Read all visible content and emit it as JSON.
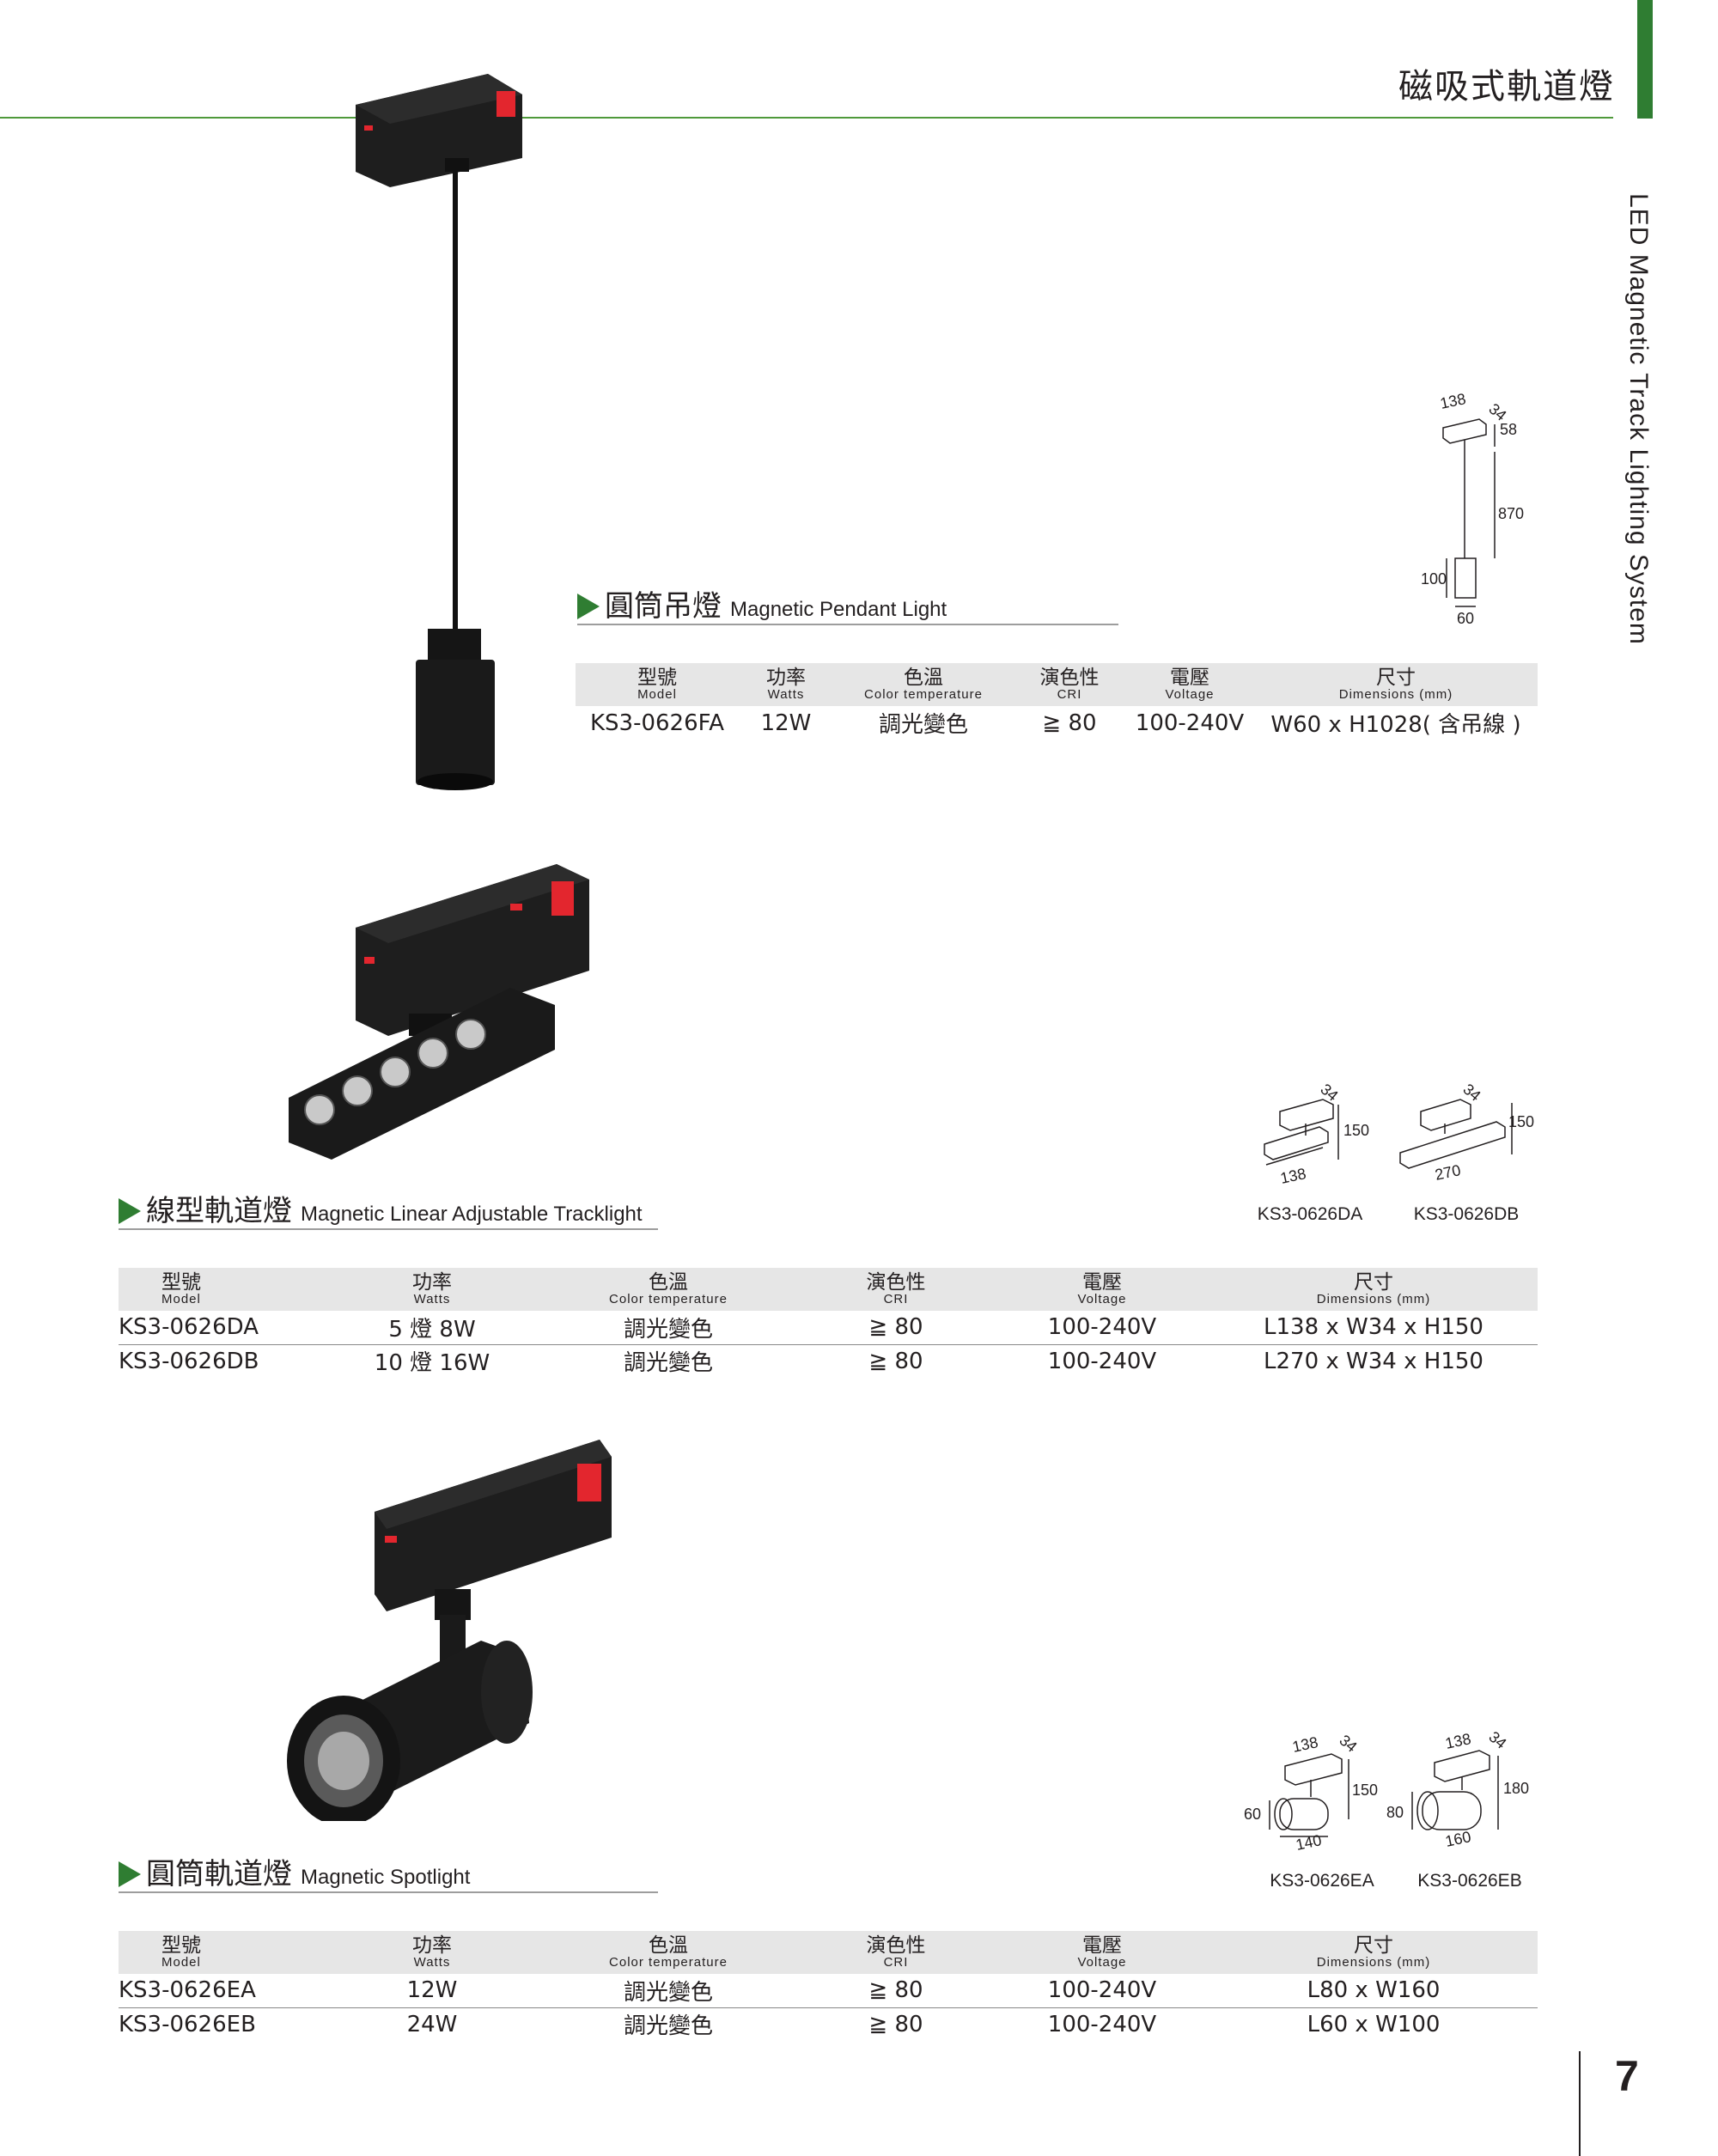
{
  "header": {
    "category_title": "磁吸式軌道燈",
    "side_label": "LED Magnetic Track Lighting System"
  },
  "table_headers": {
    "model_zh": "型號",
    "model_en": "Model",
    "watts_zh": "功率",
    "watts_en": "Watts",
    "color_zh": "色溫",
    "color_en": "Color temperature",
    "cri_zh": "演色性",
    "cri_en": "CRI",
    "voltage_zh": "電壓",
    "voltage_en": "Voltage",
    "dim_zh": "尺寸",
    "dim_en": "Dimensions (mm)"
  },
  "sections": [
    {
      "title_zh": "圓筒吊燈",
      "title_en": "Magnetic Pendant Light",
      "rows": [
        {
          "model": "KS3-0626FA",
          "watts": "12W",
          "color": "調光變色",
          "cri": "≧ 80",
          "voltage": "100-240V",
          "dimensions": "W60 x H1028( 含吊線 )"
        }
      ],
      "diagrams": [
        {
          "labels": [
            "138",
            "34",
            "58",
            "870",
            "100",
            "60"
          ]
        }
      ]
    },
    {
      "title_zh": "線型軌道燈",
      "title_en": "Magnetic Linear Adjustable Tracklight",
      "rows": [
        {
          "model": "KS3-0626DA",
          "watts": "5 燈 8W",
          "color": "調光變色",
          "cri": "≧ 80",
          "voltage": "100-240V",
          "dimensions": "L138 x W34 x H150"
        },
        {
          "model": "KS3-0626DB",
          "watts": "10 燈 16W",
          "color": "調光變色",
          "cri": "≧ 80",
          "voltage": "100-240V",
          "dimensions": "L270 x W34 x H150"
        }
      ],
      "diagrams": [
        {
          "caption": "KS3-0626DA",
          "labels": [
            "34",
            "150",
            "138"
          ]
        },
        {
          "caption": "KS3-0626DB",
          "labels": [
            "34",
            "150",
            "270"
          ]
        }
      ]
    },
    {
      "title_zh": "圓筒軌道燈",
      "title_en": "Magnetic Spotlight",
      "rows": [
        {
          "model": "KS3-0626EA",
          "watts": "12W",
          "color": "調光變色",
          "cri": "≧ 80",
          "voltage": "100-240V",
          "dimensions": "L80 x W160"
        },
        {
          "model": "KS3-0626EB",
          "watts": "24W",
          "color": "調光變色",
          "cri": "≧ 80",
          "voltage": "100-240V",
          "dimensions": "L60 x W100"
        }
      ],
      "diagrams": [
        {
          "caption": "KS3-0626EA",
          "labels": [
            "138",
            "34",
            "150",
            "60",
            "140"
          ]
        },
        {
          "caption": "KS3-0626EB",
          "labels": [
            "138",
            "34",
            "180",
            "80",
            "160"
          ]
        }
      ]
    }
  ],
  "page_number": "7",
  "colors": {
    "accent_green": "#2f7d32",
    "rule_green": "#4f9a3b",
    "connector_red": "#e3262e",
    "fixture_black": "#1c1c1c"
  }
}
